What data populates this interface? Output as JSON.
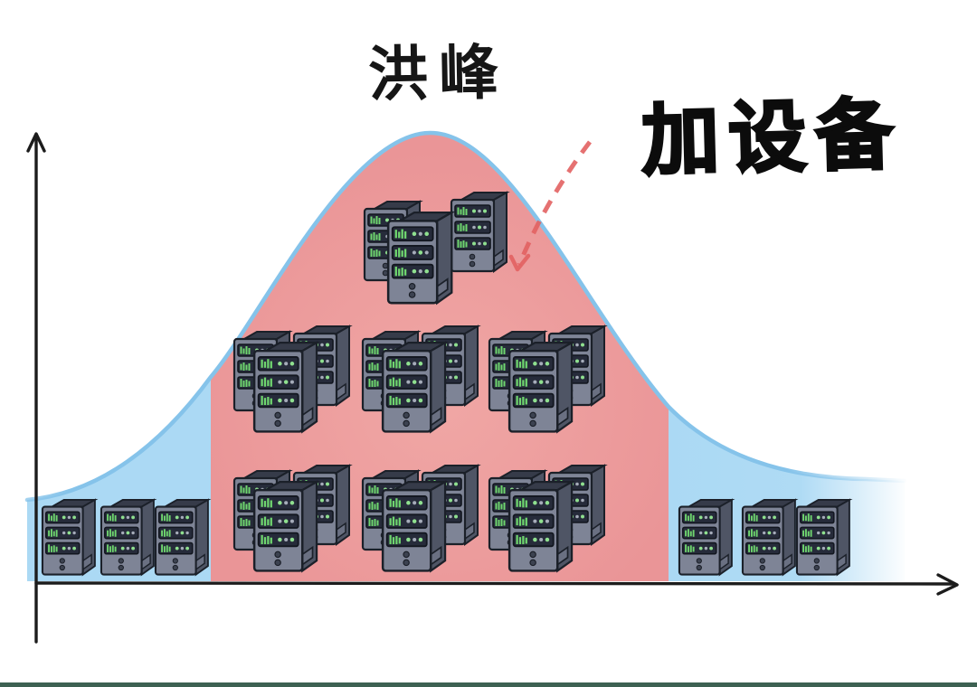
{
  "title": "洪峰",
  "annotation": "加设备",
  "colors": {
    "peak-fill": "#ea9597",
    "peak-fill-light": "#f0a7a5",
    "offpeak-fill": "#abd9f4",
    "curve-stroke": "#85c3ea",
    "axis": "#1c1c1c",
    "arrow": "#e26262",
    "server-top": "#363b49",
    "server-side": "#4f5565",
    "server-front": "#7e8496",
    "server-bay": "#262b3a",
    "server-green": "#6fd66f",
    "bottom-bar": "#3d6152"
  },
  "scene": {
    "curve_type": "bell",
    "regions": [
      {
        "name": "offpeak-left",
        "fill_color_key": "offpeak-fill",
        "servers_single": 3
      },
      {
        "name": "peak",
        "fill_color_key": "peak-fill",
        "server_clusters": 7,
        "towers_per_cluster": 3,
        "cluster_layout": "pyramid 1-3-3"
      },
      {
        "name": "offpeak-right",
        "fill_color_key": "offpeak-fill",
        "servers_single": 3
      }
    ],
    "annotation_arrow": {
      "style": "dashed",
      "from": "annotation text",
      "to": "peak region"
    }
  }
}
